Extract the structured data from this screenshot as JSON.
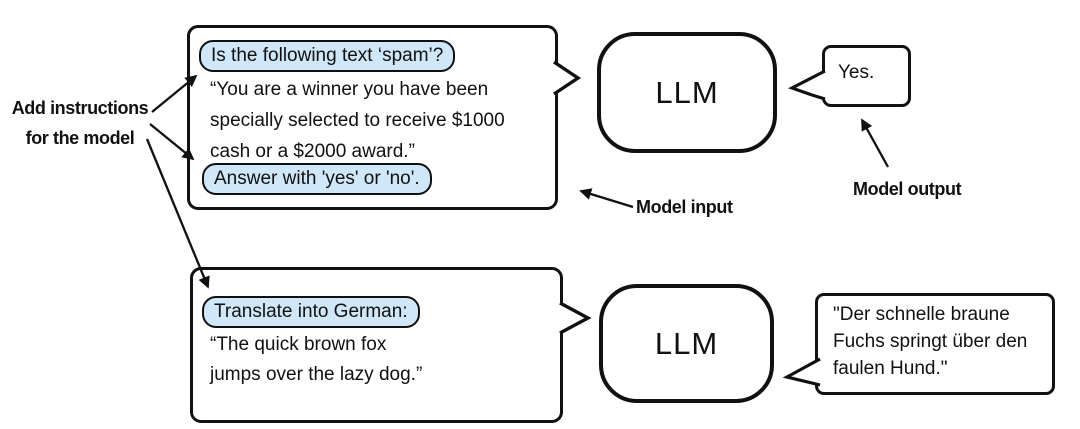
{
  "annotations": {
    "add_instructions_line1": "Add instructions",
    "add_instructions_line2": "for the model",
    "model_input": "Model input",
    "model_output": "Model output"
  },
  "spam_example": {
    "instruction_top": "Is the following text ‘spam’?",
    "body_line1": "“You are a winner you have been",
    "body_line2": "specially selected to receive $1000",
    "body_line3": "cash or a $2000 award.”",
    "instruction_bottom": "Answer with 'yes' or 'no'.",
    "llm_label": "LLM",
    "output": "Yes."
  },
  "translate_example": {
    "instruction": "Translate into German:",
    "body_line1": "“The quick brown fox",
    "body_line2": "jumps over the lazy dog.”",
    "llm_label": "LLM",
    "output_line1": "\"Der schnelle braune",
    "output_line2": "Fuchs springt über den",
    "output_line3": "faulen Hund.\""
  },
  "colors": {
    "highlight_fill": "#cfe7f8",
    "stroke": "#111111",
    "background": "#ffffff"
  }
}
